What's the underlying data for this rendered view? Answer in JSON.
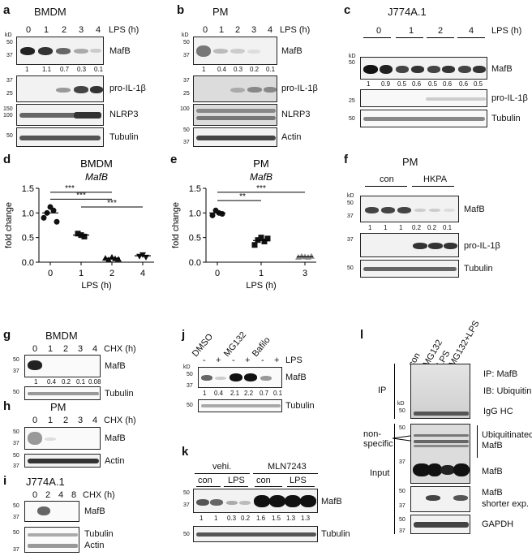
{
  "panels": {
    "a": {
      "letter": "a",
      "title": "BMDM",
      "lanes": [
        "0",
        "1",
        "2",
        "3",
        "4"
      ],
      "cond": "LPS (h)",
      "rows": [
        "MafB",
        "pro-IL-1β",
        "NLRP3",
        "Tubulin"
      ],
      "quant": [
        "1",
        "1.1",
        "0.7",
        "0.3",
        "0.1"
      ],
      "kd": [
        "kD",
        "50",
        "37",
        "37",
        "25",
        "150",
        "100",
        "50"
      ]
    },
    "b": {
      "letter": "b",
      "title": "PM",
      "lanes": [
        "0",
        "1",
        "2",
        "3",
        "4"
      ],
      "cond": "LPS (h)",
      "rows": [
        "MafB",
        "pro-IL-1β",
        "NLRP3",
        "Actin"
      ],
      "quant": [
        "1",
        "0.4",
        "0.3",
        "0.2",
        "0.1"
      ],
      "kd": [
        "kD",
        "50",
        "37",
        "37",
        "25",
        "100",
        "50",
        "37"
      ]
    },
    "c": {
      "letter": "c",
      "title": "J774A.1",
      "lanes": [
        "0",
        "1",
        "2",
        "4"
      ],
      "cond": "LPS (h)",
      "rows": [
        "MafB",
        "pro-IL-1β",
        "Tubulin"
      ],
      "quant": [
        "1",
        "0.9",
        "0.5",
        "0.6",
        "0.5",
        "0.6",
        "0.6",
        "0.5"
      ],
      "kd": [
        "kD",
        "50",
        "25",
        "50"
      ]
    },
    "d": {
      "letter": "d",
      "title": "BMDM",
      "gene": "MafB",
      "ylabel": "fold change",
      "xlabel": "LPS (h)",
      "stars": [
        "***",
        "***",
        "***"
      ]
    },
    "e": {
      "letter": "e",
      "title": "PM",
      "gene": "MafB",
      "ylabel": "fold change",
      "xlabel": "LPS (h)",
      "stars": [
        "**",
        "***"
      ]
    },
    "f": {
      "letter": "f",
      "title": "PM",
      "groups": [
        "con",
        "HKPA"
      ],
      "rows": [
        "MafB",
        "pro-IL-1β",
        "Tubulin"
      ],
      "quant": [
        "1",
        "1",
        "1",
        "0.2",
        "0.2",
        "0.1"
      ],
      "kd": [
        "kD",
        "50",
        "37",
        "37",
        "50"
      ]
    },
    "g": {
      "letter": "g",
      "title": "BMDM",
      "lanes": [
        "0",
        "1",
        "2",
        "3",
        "4"
      ],
      "cond": "CHX (h)",
      "rows": [
        "MafB",
        "Tubulin"
      ],
      "quant": [
        "1",
        "0.4",
        "0.2",
        "0.1",
        "0.08"
      ],
      "kd": [
        "50",
        "37",
        "50"
      ]
    },
    "h": {
      "letter": "h",
      "title": "PM",
      "lanes": [
        "0",
        "1",
        "2",
        "3",
        "4"
      ],
      "cond": "CHX (h)",
      "rows": [
        "MafB",
        "Actin"
      ],
      "kd": [
        "50",
        "37",
        "50",
        "37"
      ]
    },
    "i": {
      "letter": "i",
      "title": "J774A.1",
      "lanes": [
        "0",
        "2",
        "4",
        "8"
      ],
      "cond": "CHX (h)",
      "rows": [
        "MafB",
        "Tubulin",
        "Actin"
      ],
      "kd": [
        "50",
        "37",
        "50",
        "37"
      ]
    },
    "j": {
      "letter": "j",
      "groups": [
        "DMSO",
        "MG132",
        "Bafilo"
      ],
      "signs": [
        "-",
        "+",
        "-",
        "+",
        "-",
        "+"
      ],
      "cond": "LPS",
      "rows": [
        "MafB",
        "Tubulin"
      ],
      "quant": [
        "1",
        "0.4",
        "2.1",
        "2.2",
        "0.7",
        "0.1"
      ],
      "kd": [
        "kD",
        "50",
        "37",
        "50"
      ]
    },
    "k": {
      "letter": "k",
      "groups": [
        "vehi.",
        "MLN7243"
      ],
      "sub": [
        "con",
        "LPS",
        "con",
        "LPS"
      ],
      "rows": [
        "MafB",
        "Tubulin"
      ],
      "quant": [
        "1",
        "1",
        "0.3",
        "0.2",
        "1.6",
        "1.5",
        "1.3",
        "1.3"
      ],
      "kd": [
        "50",
        "37",
        "50"
      ]
    },
    "l": {
      "letter": "l",
      "lanes": [
        "con",
        "MG132",
        "LPS",
        "MG132+LPS"
      ],
      "ip_labels": [
        "IP: MafB",
        "IB: Ubiquitin",
        "IgG HC"
      ],
      "ip_side": "IP",
      "input_side": "Input",
      "nonspecific": "non-\nspecific",
      "input_labels": [
        "Ubiquitinated MafB",
        "MafB",
        "MafB shorter exp.",
        "GAPDH"
      ],
      "kd": [
        "kD",
        "50",
        "50",
        "37",
        "50",
        "37",
        "50",
        "37"
      ]
    }
  },
  "chart_data": [
    {
      "type": "scatter",
      "title": "BMDM",
      "subtitle": "MafB",
      "xlabel": "LPS (h)",
      "ylabel": "fold change",
      "categories": [
        "0",
        "1",
        "2",
        "4"
      ],
      "ylim": [
        0,
        1.5
      ],
      "yticks": [
        "0.0",
        "0.5",
        "1.0",
        "1.5"
      ],
      "series": [
        {
          "values": [
            [
              0.9,
              1.0,
              1.12,
              1.05,
              0.82
            ],
            [
              0.58,
              0.55,
              0.52
            ],
            [
              0.08,
              0.05,
              0.1,
              0.07,
              0.06
            ],
            [
              0.12,
              0.15,
              0.1
            ]
          ]
        }
      ],
      "means": [
        1.0,
        0.55,
        0.08,
        0.13
      ]
    },
    {
      "type": "scatter",
      "title": "PM",
      "subtitle": "MafB",
      "xlabel": "LPS (h)",
      "ylabel": "fold change",
      "categories": [
        "0",
        "1",
        "3"
      ],
      "ylim": [
        0,
        1.5
      ],
      "yticks": [
        "0.0",
        "0.5",
        "1.0",
        "1.5"
      ],
      "series": [
        {
          "values": [
            [
              0.95,
              1.05,
              1.0,
              0.98
            ],
            [
              0.35,
              0.45,
              0.5,
              0.42,
              0.48
            ],
            [
              0.1,
              0.12,
              0.11,
              0.1,
              0.12
            ]
          ]
        }
      ],
      "means": [
        1.0,
        0.44,
        0.11
      ]
    }
  ]
}
